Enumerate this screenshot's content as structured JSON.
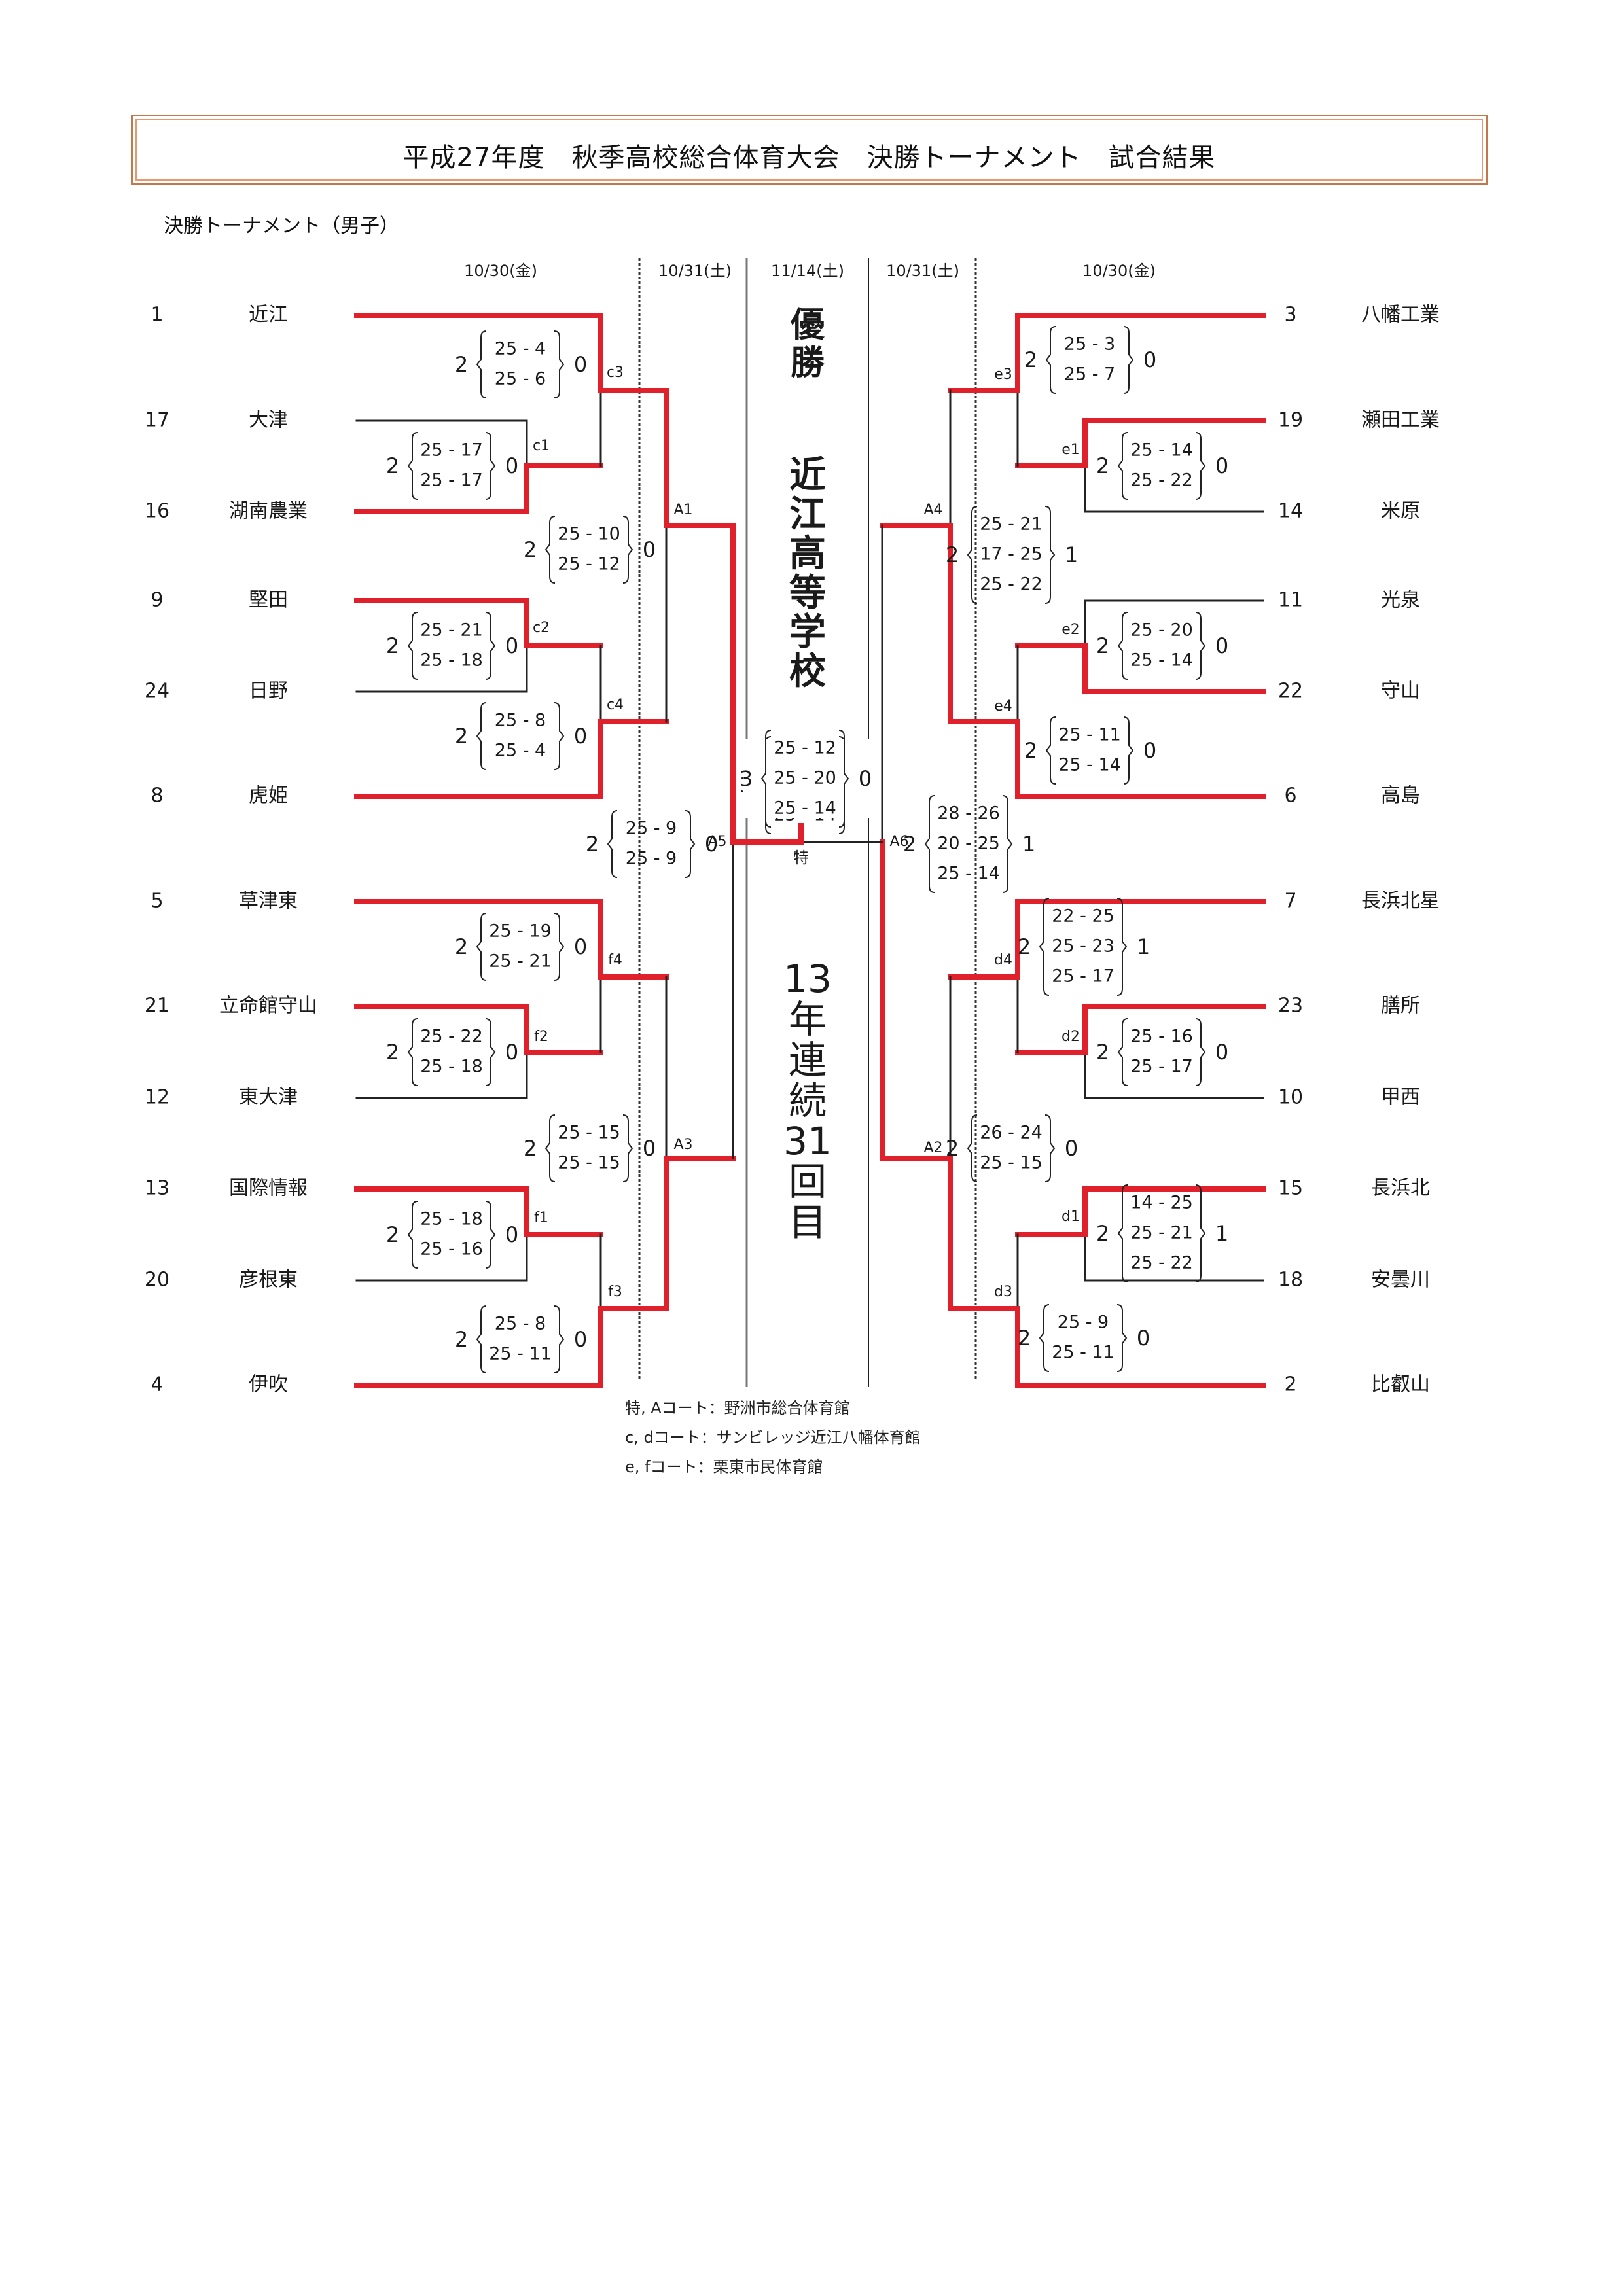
{
  "title": "平成27年度　秋季高校総合体育大会　決勝トーナメント　試合結果",
  "subtitle": "決勝トーナメント（男子）",
  "colors": {
    "winner_line": "#e0202a",
    "loser_line": "#222222",
    "title_border": "#c0784c"
  },
  "dates": {
    "left_r1": "10/30(金)",
    "left_r2": "10/31(土)",
    "final": "11/14(土)",
    "right_r2": "10/31(土)",
    "right_r1": "10/30(金)"
  },
  "champion": {
    "label": "優勝",
    "school": "近江高等学校",
    "note": "13年連続31回目"
  },
  "left_teams": [
    {
      "seed": "1",
      "name": "近江"
    },
    {
      "seed": "17",
      "name": "大津"
    },
    {
      "seed": "16",
      "name": "湖南農業"
    },
    {
      "seed": "9",
      "name": "堅田"
    },
    {
      "seed": "24",
      "name": "日野"
    },
    {
      "seed": "8",
      "name": "虎姫"
    },
    {
      "seed": "5",
      "name": "草津東"
    },
    {
      "seed": "21",
      "name": "立命館守山"
    },
    {
      "seed": "12",
      "name": "東大津"
    },
    {
      "seed": "13",
      "name": "国際情報"
    },
    {
      "seed": "20",
      "name": "彦根東"
    },
    {
      "seed": "4",
      "name": "伊吹"
    }
  ],
  "right_teams": [
    {
      "seed": "3",
      "name": "八幡工業"
    },
    {
      "seed": "19",
      "name": "瀬田工業"
    },
    {
      "seed": "14",
      "name": "米原"
    },
    {
      "seed": "11",
      "name": "光泉"
    },
    {
      "seed": "22",
      "name": "守山"
    },
    {
      "seed": "6",
      "name": "高島"
    },
    {
      "seed": "7",
      "name": "長浜北星"
    },
    {
      "seed": "23",
      "name": "膳所"
    },
    {
      "seed": "10",
      "name": "甲西"
    },
    {
      "seed": "15",
      "name": "長浜北"
    },
    {
      "seed": "18",
      "name": "安曇川"
    },
    {
      "seed": "2",
      "name": "比叡山"
    }
  ],
  "matches": [
    {
      "id": "c1",
      "label": "c1",
      "winner": "湖南農業",
      "loser": "大津",
      "w_sets": "2",
      "l_sets": "0",
      "scores": [
        "25 - 17",
        "25 - 17"
      ]
    },
    {
      "id": "c3",
      "label": "c3",
      "winner": "近江",
      "loser": "湖南農業",
      "w_sets": "2",
      "l_sets": "0",
      "scores": [
        "25 - 4",
        "25 - 6"
      ]
    },
    {
      "id": "c2",
      "label": "c2",
      "winner": "堅田",
      "loser": "日野",
      "w_sets": "2",
      "l_sets": "0",
      "scores": [
        "25 - 21",
        "25 - 18"
      ]
    },
    {
      "id": "c4",
      "label": "c4",
      "winner": "虎姫",
      "loser": "堅田",
      "w_sets": "2",
      "l_sets": "0",
      "scores": [
        "25 - 8",
        "25 - 4"
      ]
    },
    {
      "id": "A1",
      "label": "A1",
      "winner": "近江",
      "loser": "虎姫",
      "w_sets": "2",
      "l_sets": "0",
      "scores": [
        "25 - 10",
        "25 - 12"
      ]
    },
    {
      "id": "f2",
      "label": "f2",
      "winner": "立命館守山",
      "loser": "東大津",
      "w_sets": "2",
      "l_sets": "0",
      "scores": [
        "25 - 22",
        "25 - 18"
      ]
    },
    {
      "id": "f4",
      "label": "f4",
      "winner": "草津東",
      "loser": "立命館守山",
      "w_sets": "2",
      "l_sets": "0",
      "scores": [
        "25 - 19",
        "25 - 21"
      ]
    },
    {
      "id": "f1",
      "label": "f1",
      "winner": "国際情報",
      "loser": "彦根東",
      "w_sets": "2",
      "l_sets": "0",
      "scores": [
        "25 - 18",
        "25 - 16"
      ]
    },
    {
      "id": "f3",
      "label": "f3",
      "winner": "伊吹",
      "loser": "国際情報",
      "w_sets": "2",
      "l_sets": "0",
      "scores": [
        "25 - 8",
        "25 - 11"
      ]
    },
    {
      "id": "A3",
      "label": "A3",
      "winner": "伊吹",
      "loser": "草津東",
      "w_sets": "2",
      "l_sets": "0",
      "scores": [
        "25 - 15",
        "25 - 15"
      ]
    },
    {
      "id": "A5",
      "label": "A5",
      "winner": "近江",
      "loser": "伊吹",
      "w_sets": "2",
      "l_sets": "0",
      "scores": [
        "25 - 9",
        "25 - 9"
      ]
    },
    {
      "id": "e1",
      "label": "e1",
      "winner": "瀬田工業",
      "loser": "米原",
      "w_sets": "2",
      "l_sets": "0",
      "scores": [
        "25 - 14",
        "25 - 22"
      ]
    },
    {
      "id": "e3",
      "label": "e3",
      "winner": "八幡工業",
      "loser": "瀬田工業",
      "w_sets": "2",
      "l_sets": "0",
      "scores": [
        "25 - 3",
        "25 - 7"
      ]
    },
    {
      "id": "e2",
      "label": "e2",
      "winner": "守山",
      "loser": "光泉",
      "w_sets": "2",
      "l_sets": "0",
      "scores": [
        "25 - 20",
        "25 - 14"
      ]
    },
    {
      "id": "e4",
      "label": "e4",
      "winner": "高島",
      "loser": "守山",
      "w_sets": "2",
      "l_sets": "0",
      "scores": [
        "25 - 11",
        "25 - 14"
      ]
    },
    {
      "id": "A4",
      "label": "A4",
      "winner": "高島",
      "loser": "八幡工業",
      "w_sets": "2",
      "l_sets": "1",
      "scores": [
        "25 - 21",
        "17 - 25",
        "25 - 22"
      ]
    },
    {
      "id": "d2",
      "label": "d2",
      "winner": "膳所",
      "loser": "甲西",
      "w_sets": "2",
      "l_sets": "0",
      "scores": [
        "25 - 16",
        "25 - 17"
      ]
    },
    {
      "id": "d4",
      "label": "d4",
      "winner": "長浜北星",
      "loser": "膳所",
      "w_sets": "2",
      "l_sets": "1",
      "scores": [
        "22 - 25",
        "25 - 23",
        "25 - 17"
      ]
    },
    {
      "id": "d1",
      "label": "d1",
      "winner": "長浜北",
      "loser": "安曇川",
      "w_sets": "2",
      "l_sets": "1",
      "scores": [
        "14 - 25",
        "25 - 21",
        "25 - 22"
      ]
    },
    {
      "id": "d3",
      "label": "d3",
      "winner": "比叡山",
      "loser": "長浜北",
      "w_sets": "2",
      "l_sets": "0",
      "scores": [
        "25 - 9",
        "25 - 11"
      ]
    },
    {
      "id": "A2",
      "label": "A2",
      "winner": "比叡山",
      "loser": "長浜北星",
      "w_sets": "2",
      "l_sets": "0",
      "scores": [
        "26 - 24",
        "25 - 15"
      ]
    },
    {
      "id": "A6",
      "label": "A6",
      "winner": "比叡山",
      "loser": "高島",
      "w_sets": "2",
      "l_sets": "1",
      "scores": [
        "28 - 26",
        "20 - 25",
        "25 - 14"
      ]
    },
    {
      "id": "final",
      "label": "特",
      "winner": "近江",
      "loser": "比叡山",
      "w_sets": "3",
      "l_sets": "0",
      "scores": [
        "25 - 12",
        "25 - 20",
        "25 - 14"
      ]
    }
  ],
  "legend": [
    "特, Aコート：野洲市総合体育館",
    "c, dコート：サンビレッジ近江八幡体育館",
    "e, fコート：栗東市民体育館"
  ]
}
